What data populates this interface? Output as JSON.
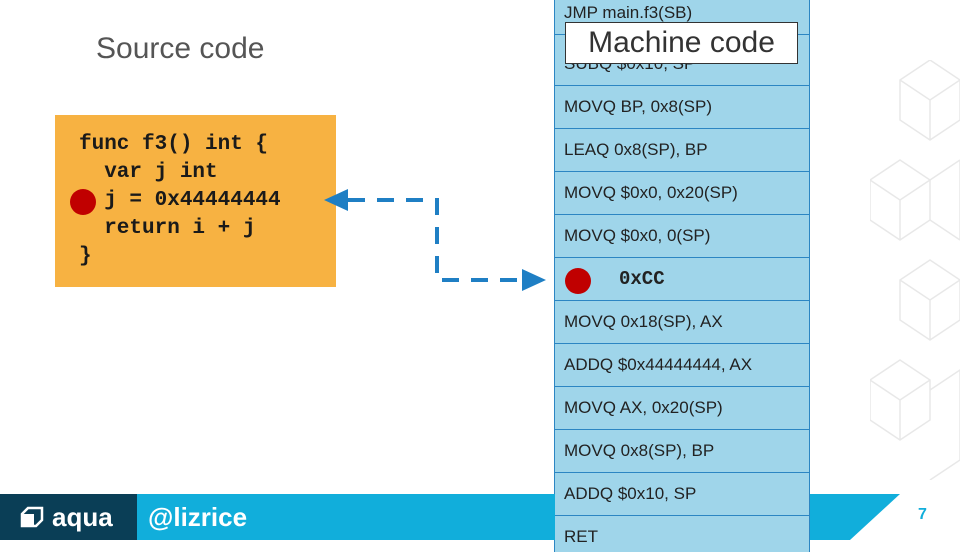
{
  "slide": {
    "source_title": "Source code",
    "machine_title": "Machine code",
    "page_number": "7"
  },
  "source": {
    "lines": [
      "func f3() int {",
      "  var j int",
      "  j = 0x44444444",
      "  return i + j",
      "}"
    ]
  },
  "machine": {
    "rows": [
      "JMP main.f3(SB)",
      "SUBQ $0x10, SP",
      "MOVQ BP, 0x8(SP)",
      "LEAQ 0x8(SP), BP",
      "MOVQ $0x0, 0x20(SP)",
      "MOVQ $0x0, 0(SP)",
      "0xCC",
      "MOVQ 0x18(SP), AX",
      "ADDQ $0x44444444, AX",
      "MOVQ AX, 0x20(SP)",
      "MOVQ 0x8(SP), BP",
      "ADDQ $0x10, SP",
      "RET"
    ]
  },
  "footer": {
    "brand": "aqua",
    "handle": "@lizrice"
  },
  "colors": {
    "code_box": "#f7b242",
    "machine_bg": "#9fd5ea",
    "machine_border": "#2c86c3",
    "breakpoint": "#c00000",
    "arrow": "#1f7fc4",
    "footer_dark": "#0a3e56",
    "footer_light": "#11aedb"
  }
}
